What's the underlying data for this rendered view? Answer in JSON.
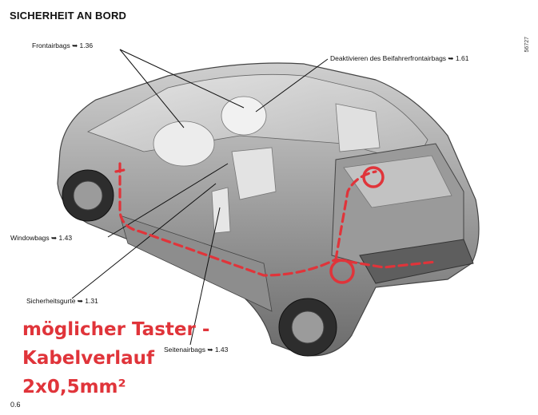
{
  "page": {
    "title": "SICHERHEIT AN BORD",
    "doc_id": "56727",
    "page_number": "0.6"
  },
  "callouts": {
    "frontairbags": "Frontairbags ➥ 1.36",
    "deactivate_passenger": "Deaktivieren des Beifahrerfrontairbags ➥ 1.61",
    "windowbags": "Windowbags ➥ 1.43",
    "seatbelts": "Sicherheitsgurte ➥ 1.31",
    "side_airbags": "Seitenairbags ➥ 1.43"
  },
  "handwritten_note": {
    "line1": "möglicher Taster -",
    "line2": "Kabelverlauf",
    "line3": "2x0,5mm²",
    "color": "#e0343a"
  }
}
